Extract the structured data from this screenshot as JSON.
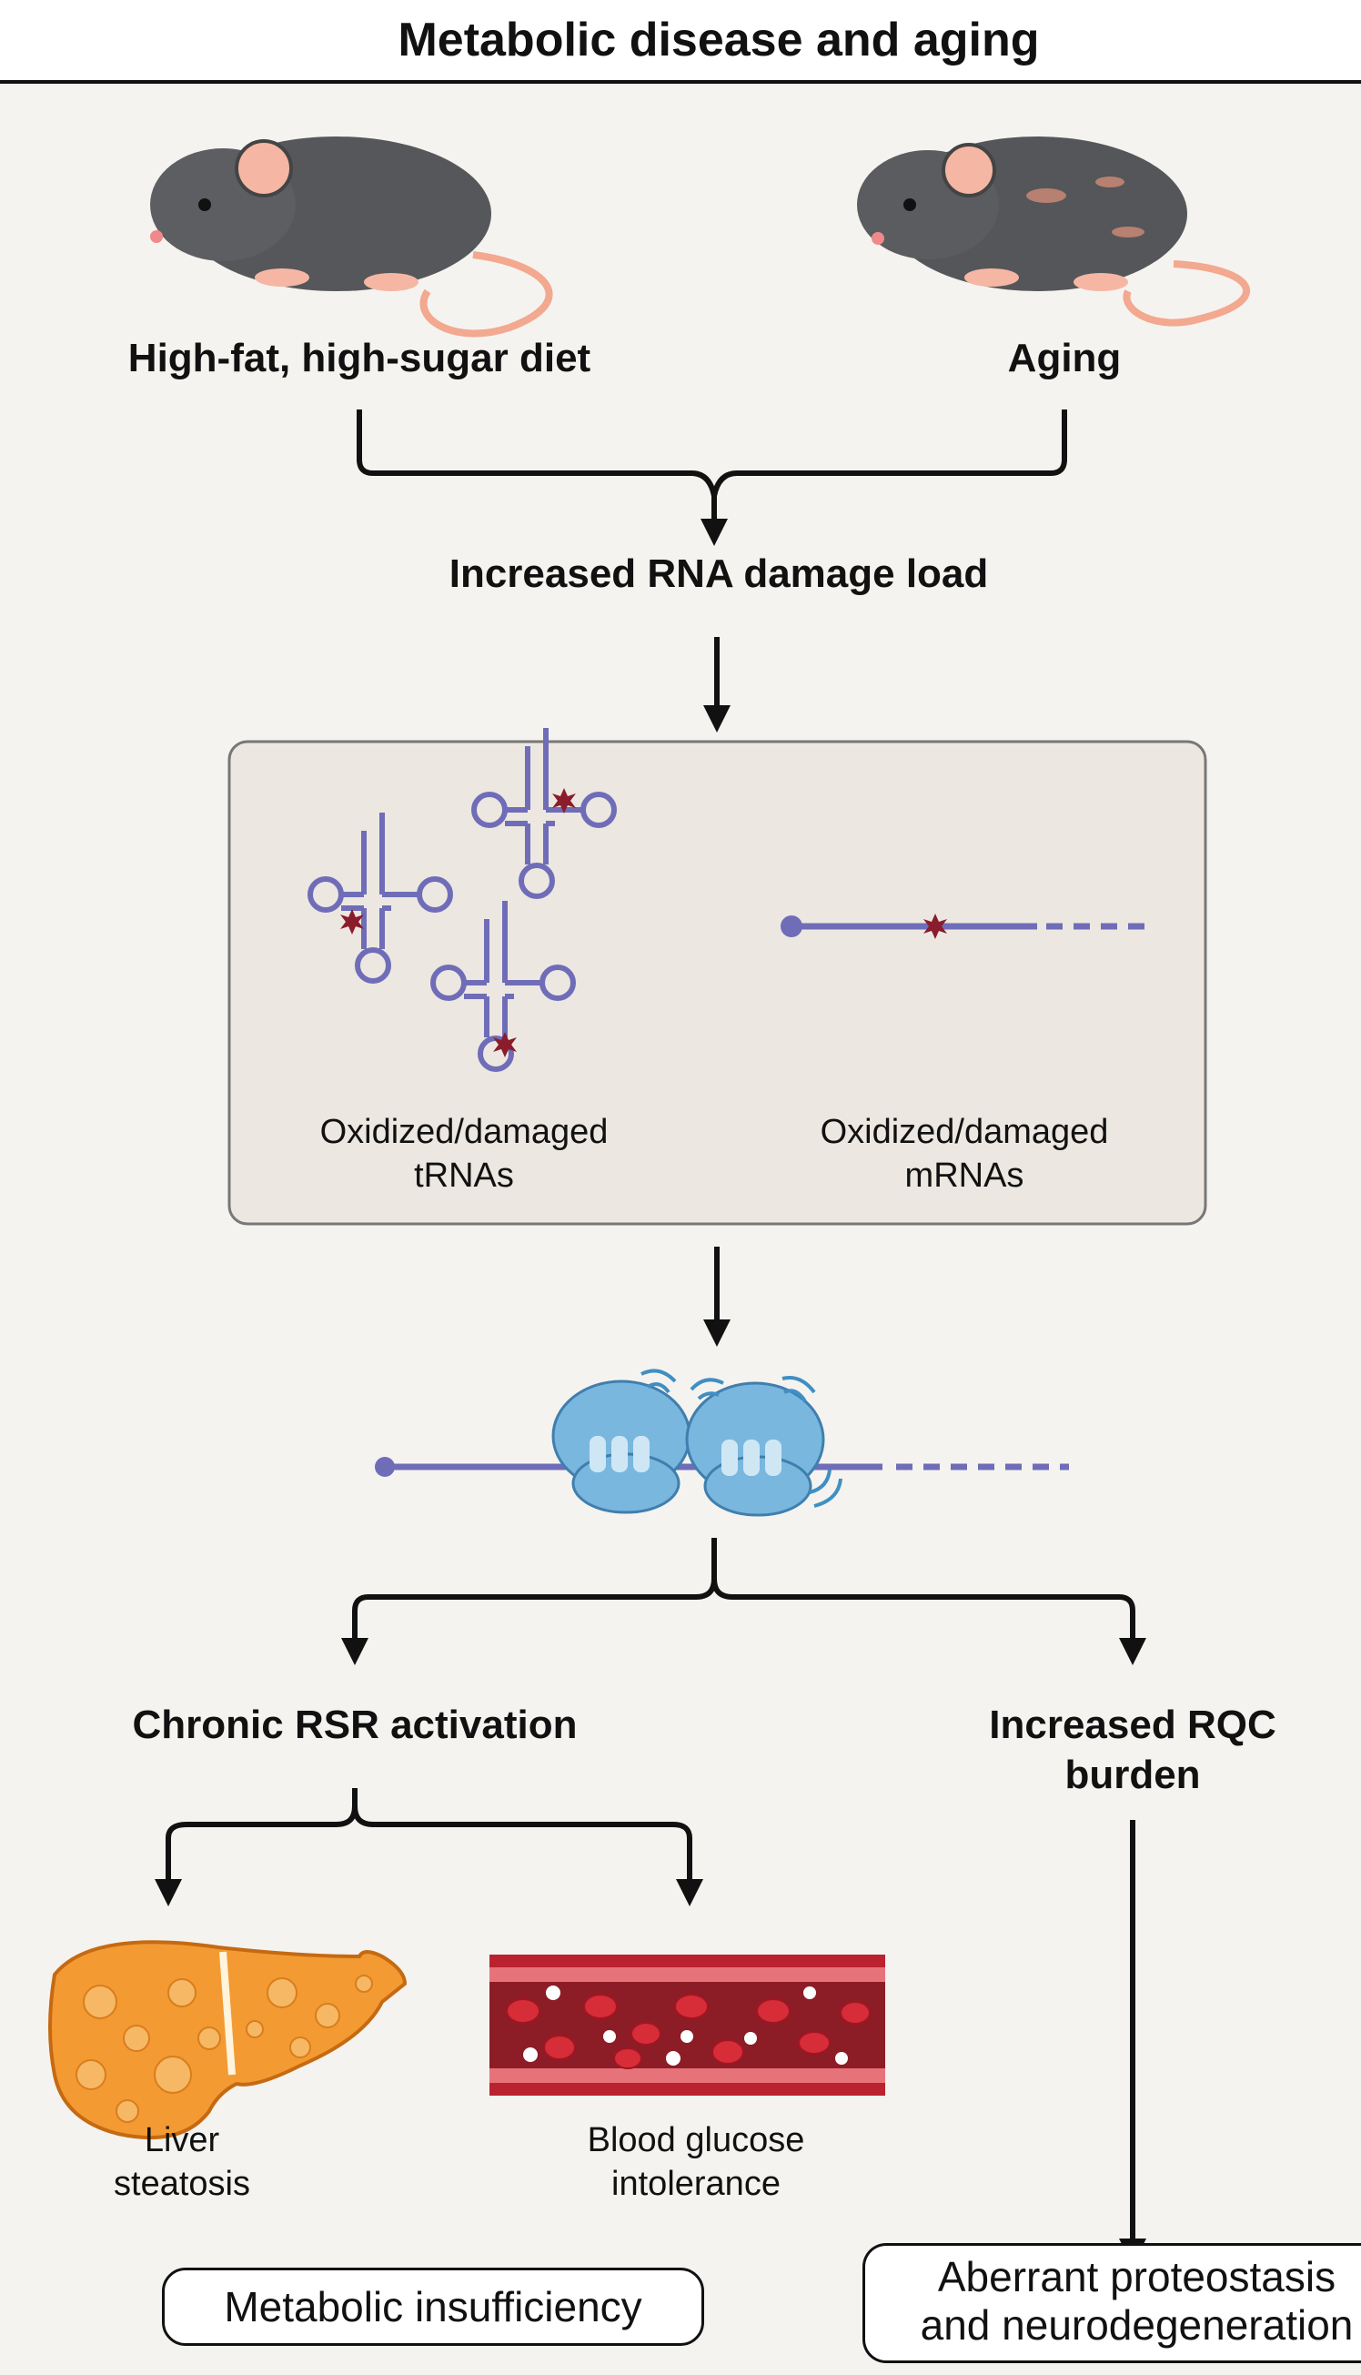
{
  "header": {
    "title": "Metabolic disease and aging"
  },
  "causes": {
    "diet": "High-fat, high-sugar diet",
    "aging": "Aging"
  },
  "step1": "Increased RNA damage load",
  "damage_panel": {
    "trna_label_line1": "Oxidized/damaged",
    "trna_label_line2": "tRNAs",
    "mrna_label_line1": "Oxidized/damaged",
    "mrna_label_line2": "mRNAs"
  },
  "branches": {
    "rsr": "Chronic RSR activation",
    "rqc_line1": "Increased RQC",
    "rqc_line2": "burden"
  },
  "outcomes": {
    "liver_line1": "Liver",
    "liver_line2": "steatosis",
    "blood_line1": "Blood glucose",
    "blood_line2": "intolerance",
    "metabolic": "Metabolic insufficiency",
    "proteo_line1": "Aberrant proteostasis",
    "proteo_line2": "and neurodegeneration"
  },
  "colors": {
    "rna_purple": "#6f6db8",
    "damage_red": "#8a1c2b",
    "ribosome_blue": "#7ab7de",
    "liver_orange": "#f39a33",
    "vessel_red": "#c9303c",
    "mouse_gray": "#55575a",
    "panel_fill": "#ece7e0"
  },
  "icons": [
    "mouse-healthy",
    "mouse-aged",
    "trna-icon",
    "mrna-icon",
    "ribosome-icon",
    "liver-icon",
    "blood-vessel-icon"
  ]
}
